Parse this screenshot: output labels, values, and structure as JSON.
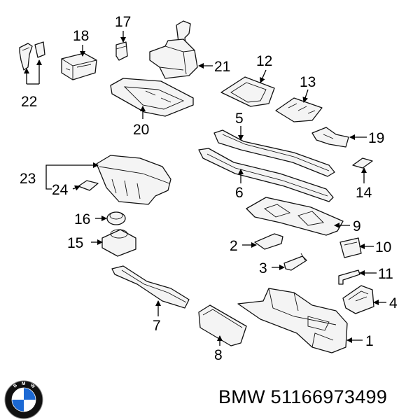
{
  "callouts": {
    "c1": "1",
    "c2": "2",
    "c3": "3",
    "c4": "4",
    "c5": "5",
    "c6": "6",
    "c7": "7",
    "c8": "8",
    "c9": "9",
    "c10": "10",
    "c11": "11",
    "c12": "12",
    "c13": "13",
    "c14": "14",
    "c15": "15",
    "c16": "16",
    "c17": "17",
    "c18": "18",
    "c19": "19",
    "c20": "20",
    "c21": "21",
    "c22": "22",
    "c23": "23",
    "c24": "24"
  },
  "logo": {
    "letters": "BMW",
    "colors": {
      "blue": "#1c69d4",
      "ring": "#111111",
      "white": "#ffffff"
    }
  },
  "footer": {
    "text": "BMW 51166973499"
  }
}
